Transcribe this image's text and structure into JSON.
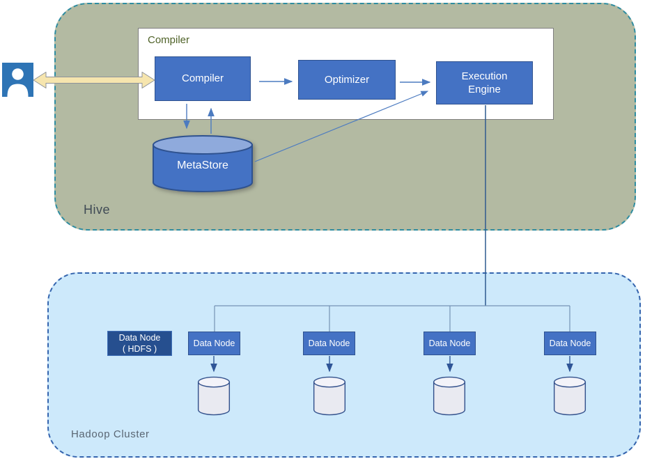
{
  "hive": {
    "label": "Hive",
    "compiler_section": {
      "label": "Compiler"
    },
    "compiler_box": {
      "label": "Compiler"
    },
    "optimizer_box": {
      "label": "Optimizer"
    },
    "execution_engine_box": {
      "line1": "Execution",
      "line2": "Engine"
    },
    "metastore": {
      "label": "MetaStore"
    }
  },
  "hadoop": {
    "label": "Hadoop Cluster",
    "hdfs_node": {
      "line1": "Data Node",
      "line2": "( HDFS )"
    },
    "data_nodes": [
      {
        "label": "Data Node"
      },
      {
        "label": "Data Node"
      },
      {
        "label": "Data Node"
      },
      {
        "label": "Data Node"
      }
    ]
  },
  "icons": {
    "user": "user-icon",
    "bidirectional_arrow": "double-headed-arrow-icon",
    "metastore_shape": "database-cylinder-icon",
    "datanode_shape": "storage-cylinder-icon"
  },
  "colors": {
    "hive_background": "#B3BAA2",
    "hive_border": "#2E8CA0",
    "hadoop_background": "#CDE9FB",
    "hadoop_border": "#3464AE",
    "node_blue": "#4472C4",
    "node_border": "#2F528F",
    "hdfs_dark_blue": "#264F8F",
    "cylinder_top_blue": "#8FAADC",
    "cylinder_light_fill": "#E9EAF1",
    "connector_blue": "#4C7BC0",
    "tree_line_blue": "#7593B5",
    "execution_drop_line": "#2F5B8F",
    "user_arrow_fill": "#F6E5AE",
    "user_arrow_outline": "#8E9399",
    "user_icon_blue": "#2E74B5",
    "section_label_green": "#4F6228",
    "hive_label_gray": "#3F4A55",
    "hadoop_label_gray": "#5A6673"
  }
}
